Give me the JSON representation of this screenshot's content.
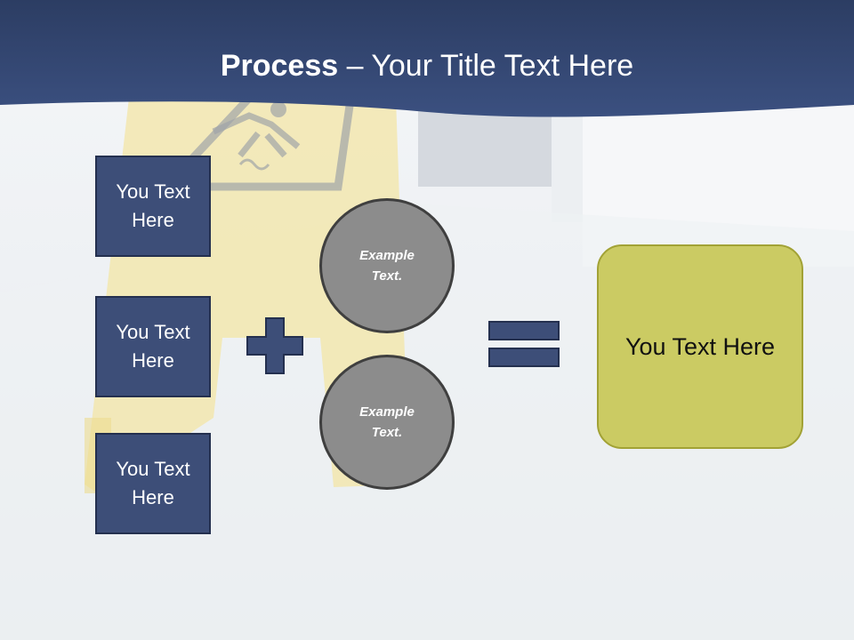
{
  "slide": {
    "title_bold": "Process",
    "title_rest": " – Your Title Text Here",
    "left_boxes": [
      {
        "label": "You Text Here"
      },
      {
        "label": "You Text Here"
      },
      {
        "label": "You Text Here"
      }
    ],
    "circles": [
      {
        "label": "Example Text."
      },
      {
        "label": "Example Text."
      }
    ],
    "result_label": "You Text Here",
    "operators": {
      "plus": "plus-icon",
      "equals": "equals-icon"
    },
    "colors": {
      "header": "#33466e",
      "box_fill": "#3d4e78",
      "circle_fill": "#8c8c8c",
      "result_fill": "#cbcb63",
      "operator": "#3d4e78"
    }
  }
}
